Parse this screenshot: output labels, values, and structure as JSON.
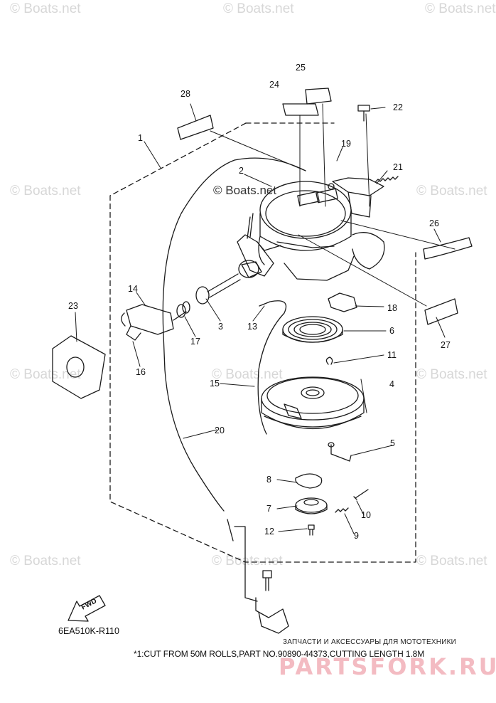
{
  "watermarks": {
    "text": "© Boats.net",
    "inline": "© Boats.net"
  },
  "diagram_id": "6EA510K-R110",
  "footnote": "*1:CUT FROM 50M ROLLS,PART NO.90890-44373,CUTTING LENGTH 1.8M",
  "shop": {
    "line": "ЗАПЧАСТИ И АКСЕССУАРЫ ДЛЯ МОТОТЕХНИКИ",
    "logo": "PARTSFORK.RU"
  },
  "fwd_label": "FWD",
  "callouts": {
    "c1": "1",
    "c2": "2",
    "c3": "3",
    "c4": "4",
    "c5": "5",
    "c6": "6",
    "c7": "7",
    "c8": "8",
    "c9": "9",
    "c10": "10",
    "c11": "11",
    "c12": "12",
    "c13": "13",
    "c14": "14",
    "c15": "15",
    "c16": "16",
    "c17": "17",
    "c18": "18",
    "c19": "19",
    "c20": "20",
    "c21": "21",
    "c22": "22",
    "c23": "23",
    "c24": "24",
    "c25": "25",
    "c26": "26",
    "c27": "27",
    "c28": "28"
  },
  "colors": {
    "line": "#1a1a1a",
    "watermark": "#d7d7d7",
    "logo": "#f2b0b8"
  }
}
